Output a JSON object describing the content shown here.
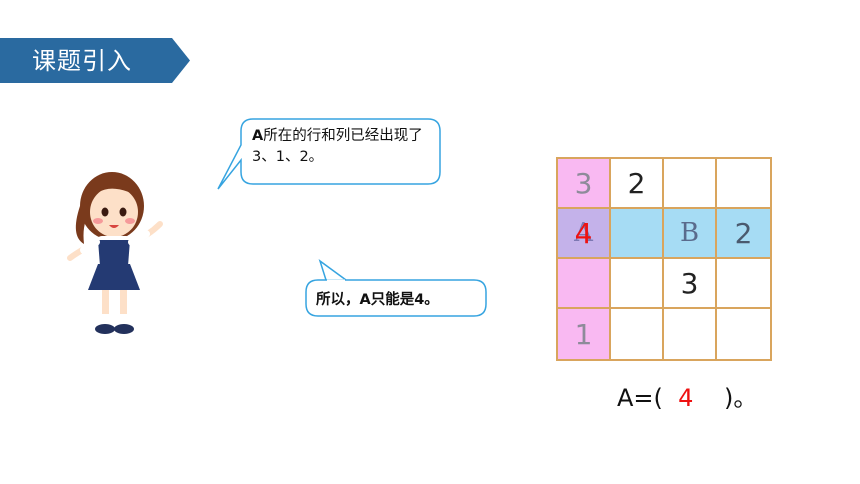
{
  "header": {
    "title": "课题引入",
    "color": "#2a6aa0"
  },
  "bubbles": [
    {
      "text_bold": "A",
      "text": "所在的行和列已经出现了3、1、2。"
    },
    {
      "text": "所以，A只能是4。"
    }
  ],
  "grid": {
    "rows": [
      [
        "3",
        "2",
        "",
        ""
      ],
      [
        "A",
        "",
        "B",
        "2"
      ],
      [
        "",
        "",
        "3",
        ""
      ],
      [
        "1",
        "",
        "",
        ""
      ]
    ],
    "overlay_value": "4"
  },
  "answer": {
    "prefix": "A=(",
    "value": "4",
    "suffix": ")。"
  },
  "colors": {
    "pink": "#f9b9f2",
    "blue": "#a6dcf4",
    "purple": "#c4b2ea",
    "grid_border": "#d9a55d",
    "highlight": "#ee1111"
  }
}
